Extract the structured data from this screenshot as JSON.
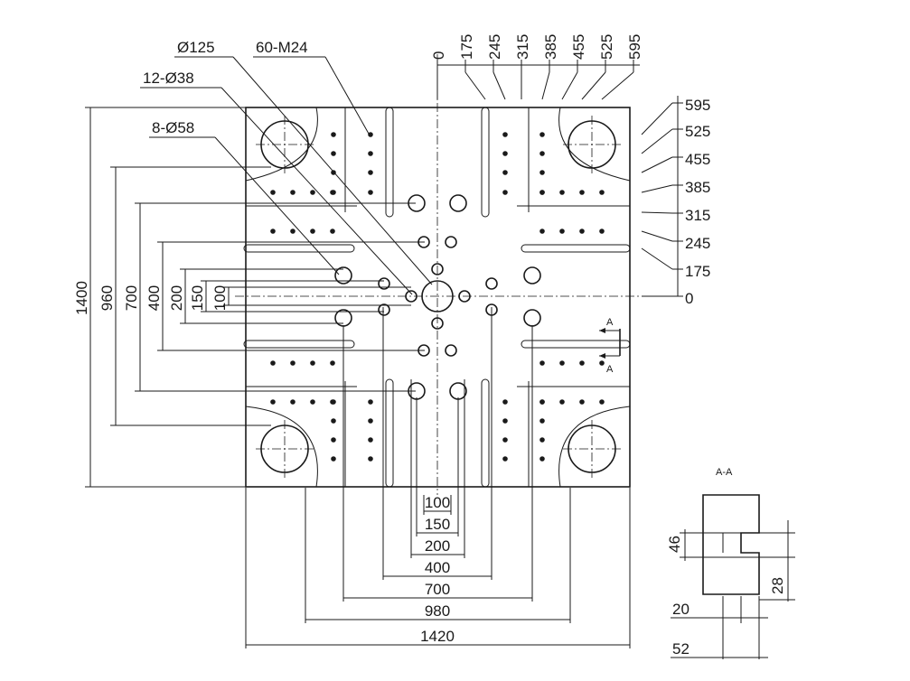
{
  "title": "",
  "callouts": {
    "center_hole": "Ø125",
    "holes_38": "12-Ø38",
    "holes_58": "8-Ø58",
    "tapped": "60-M24"
  },
  "top_scale": [
    "0",
    "175",
    "245",
    "315",
    "385",
    "455",
    "525",
    "595"
  ],
  "right_scale": [
    "595",
    "525",
    "455",
    "385",
    "315",
    "245",
    "175",
    "0"
  ],
  "left_dims": [
    "1400",
    "960",
    "700",
    "400",
    "200",
    "150",
    "100"
  ],
  "bottom_dims": [
    "100",
    "150",
    "200",
    "400",
    "700",
    "980",
    "1420"
  ],
  "section": {
    "label": "A-A",
    "marker": "A",
    "dims": [
      "46",
      "28",
      "20",
      "52"
    ]
  }
}
